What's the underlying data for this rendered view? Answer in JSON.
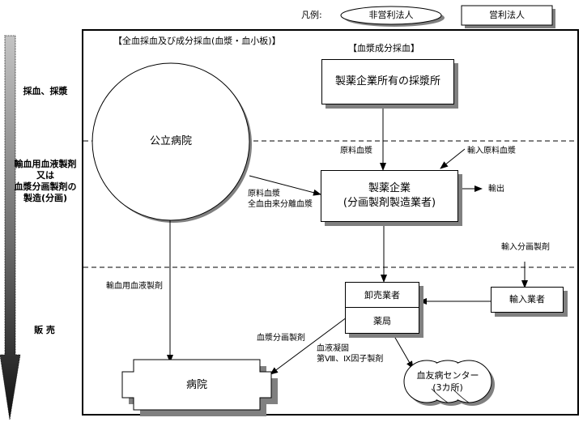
{
  "legend": {
    "prefix": "凡例:",
    "non_profit": "非営利法人",
    "for_profit": "営利法人"
  },
  "stages": {
    "collection": "採血、採漿",
    "manufacturing": [
      "輸血用血液製剤",
      "又は",
      "血漿分画製剤の",
      "製造(分画)"
    ],
    "sales": "販 売"
  },
  "sections": {
    "whole_blood_header": "【全血採血及び成分採血(血漿・血小板)】",
    "plasma_header": "【血漿成分採血】"
  },
  "nodes": {
    "public_hospital": "公立病院",
    "plasma_center": "製薬企業所有の採漿所",
    "pharma_company": [
      "製薬企業",
      "(分画製剤製造業者)"
    ],
    "wholesaler": "卸売業者",
    "pharmacy": "薬局",
    "importer": "輸入業者",
    "hospital": "病院",
    "hemophilia_center": [
      "血友病センター",
      "(3カ所)"
    ]
  },
  "edge_labels": {
    "raw_plasma": "原料血漿",
    "raw_plasma_whole": [
      "原料血漿",
      "全血由来分離血漿"
    ],
    "imported_raw_plasma": "輸入原料血漿",
    "export": "輸出",
    "imported_fractionated": "輸入分画製剤",
    "transfusion_products": "輸血用血液製剤",
    "plasma_fractionated": "血漿分画製剤",
    "coagulation_factors": [
      "血液凝固",
      "第Ⅷ、Ⅸ因子製剤"
    ]
  },
  "colors": {
    "arrow_top": "#c0c0c0",
    "arrow_bottom": "#1a1a1a",
    "shadow": "#808080"
  }
}
